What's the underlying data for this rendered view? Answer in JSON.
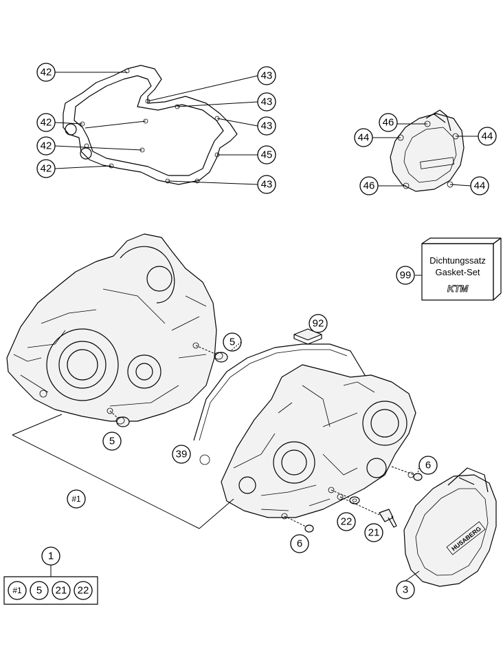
{
  "callouts": {
    "gasket_42_a": "42",
    "gasket_42_b": "42",
    "gasket_42_c": "42",
    "gasket_42_d": "42",
    "gasket_43_a": "43",
    "gasket_43_b": "43",
    "gasket_43_c": "43",
    "gasket_43_d": "43",
    "gasket_45": "45",
    "cover_46_top": "46",
    "cover_46_bottom": "46",
    "cover_44_left": "44",
    "cover_44_right": "44",
    "cover_44_bottom": "44",
    "kit_99": "99",
    "part_92": "92",
    "part_5_upper": "5",
    "part_5_lower": "5",
    "part_39": "39",
    "part_6_right": "6",
    "part_6_lower": "6",
    "part_22": "22",
    "part_21": "21",
    "assembly_1": "#1",
    "part_3": "3",
    "set_1": "1",
    "set_items": [
      "#1",
      "5",
      "21",
      "22"
    ]
  },
  "gasket_kit": {
    "line1": "Dichtungssatz",
    "line2": "Gasket-Set",
    "logo": "KTM"
  },
  "ignition_cover_logo": "HUSABERG"
}
